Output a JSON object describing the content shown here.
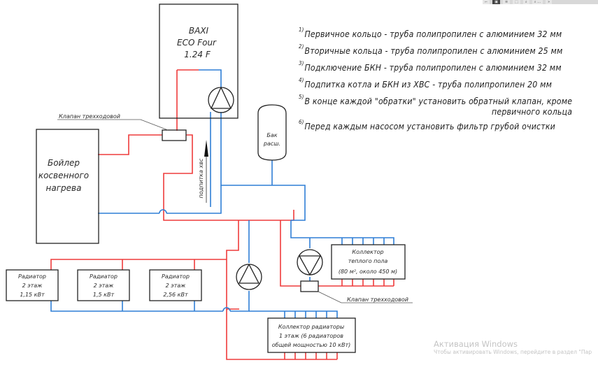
{
  "toolbar": {
    "items": [
      "⌐",
      "▣",
      "≡",
      "⬚",
      "•",
      "⌕",
      "⌕ …",
      "»"
    ]
  },
  "colors": {
    "supply": "#ee3b3b",
    "return": "#2f7fd6",
    "outline": "#222222",
    "text": "#2a2a2a"
  },
  "boiler": {
    "label_lines": [
      "BAXI",
      "ECO Four",
      "1.24 F"
    ]
  },
  "indirect_boiler": {
    "label_lines": [
      "Бойлер",
      "косвенного",
      "нагрева"
    ]
  },
  "expansion_tank": {
    "label_lines": [
      "Бак",
      "расш."
    ]
  },
  "three_way_valve_top": {
    "label": "Клапан трехходовой"
  },
  "three_way_valve_floor": {
    "label": "Клапан трехходовой"
  },
  "cold_water_feed": {
    "label": "подпитка хвс"
  },
  "radiators": [
    {
      "lines": [
        "Радиатор",
        "2 этаж",
        "1,15 кВт"
      ]
    },
    {
      "lines": [
        "Радиатор",
        "2 этаж",
        "1,5 кВт"
      ]
    },
    {
      "lines": [
        "Радиатор",
        "2 этаж",
        "2,56 кВт"
      ]
    }
  ],
  "floor_collector": {
    "lines": [
      "Коллектор",
      "теплого пола",
      "(80 м², около 450 м)"
    ]
  },
  "radiator_collector": {
    "lines": [
      "Коллектор радиаторы",
      "1 этаж (6 радиаторов",
      "общей мощностью 10 кВт)"
    ]
  },
  "notes": [
    {
      "num": "1)",
      "text": "Первичное кольцо - труба полипропилен с алюминием 32 мм"
    },
    {
      "num": "2)",
      "text": "Вторичные кольца - труба полипропилен с алюминием 25 мм"
    },
    {
      "num": "3)",
      "text": "Подключение БКН - труба полипропилен с алюминием 32 мм"
    },
    {
      "num": "4)",
      "text": "Подпитка котла и БКН из ХВС - труба полипропилен 20 мм"
    },
    {
      "num": "5)",
      "text": "В конце каждой \"обратки\" установить обратный клапан, кроме",
      "continuation": "первичного кольца"
    },
    {
      "num": "6)",
      "text": "Перед каждым насосом установить фильтр грубой очистки"
    }
  ],
  "watermark": {
    "title": "Активация Windows",
    "subtitle": "Чтобы активировать Windows, перейдите в раздел \"Пар"
  }
}
